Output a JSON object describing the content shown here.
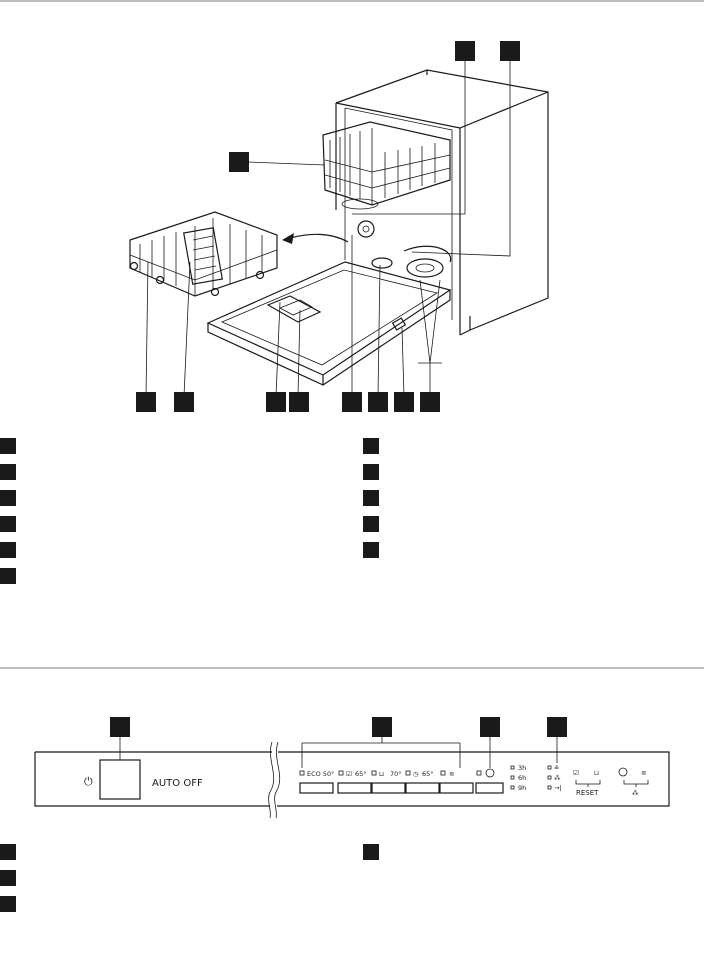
{
  "panel": {
    "power_symbol": "⏻",
    "auto_off_label": "AUTO OFF",
    "programmes": [
      {
        "id": "eco",
        "label": "ECO 50°"
      },
      {
        "id": "p2",
        "label": "65°"
      },
      {
        "id": "p3",
        "label": "70°"
      },
      {
        "id": "p4",
        "label": "65°"
      },
      {
        "id": "p5",
        "label": ""
      }
    ],
    "delay_labels": [
      "3h",
      "6h",
      "9h"
    ],
    "reset_label": "RESET"
  },
  "colors": {
    "ink": "#1a1a1a",
    "rule": "#bdbdbd",
    "background": "#ffffff"
  }
}
